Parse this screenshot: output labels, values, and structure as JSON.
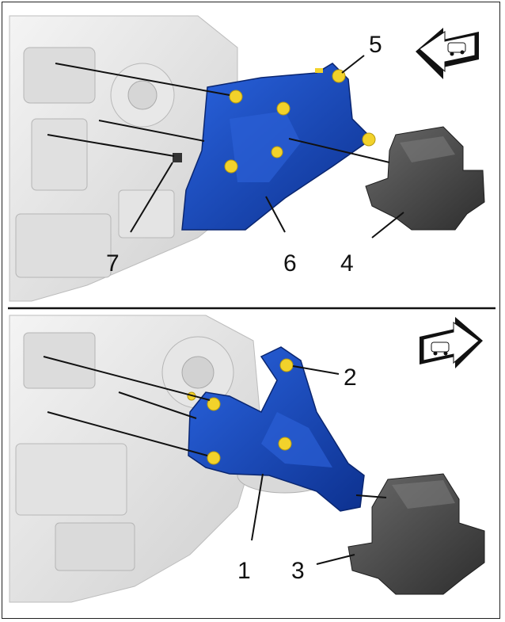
{
  "panels": [
    {
      "id": "top",
      "callouts": [
        "5",
        "7",
        "6",
        "4"
      ],
      "direction_icon": "arrow-left-car-icon"
    },
    {
      "id": "bottom",
      "callouts": [
        "2",
        "1",
        "3"
      ],
      "direction_icon": "arrow-right-car-icon"
    }
  ],
  "colors": {
    "bracket": "#1a4fc7",
    "bolt": "#f2d22b",
    "mount": "#4a4a4a",
    "engine": "#e6e6e6",
    "line": "#111111"
  },
  "labels": {
    "top_5": "5",
    "top_7": "7",
    "top_6": "6",
    "top_4": "4",
    "bottom_2": "2",
    "bottom_1": "1",
    "bottom_3": "3"
  }
}
